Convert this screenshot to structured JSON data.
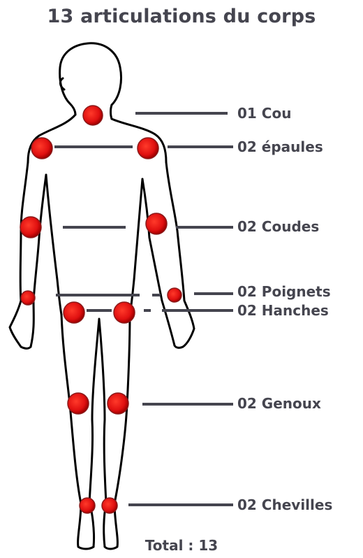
{
  "title": "13 articulations du corps",
  "colors": {
    "text": "#45454f",
    "line": "#45454f",
    "joint": "#e01010",
    "outline": "#000000"
  },
  "labels": {
    "neck": "01 Cou",
    "shoulders": "02 épaules",
    "elbows": "02 Coudes",
    "wrists": "02 Poignets",
    "hips": "02 Hanches",
    "knees": "02 Genoux",
    "ankles": "02 Chevilles"
  },
  "total": "Total : 13"
}
